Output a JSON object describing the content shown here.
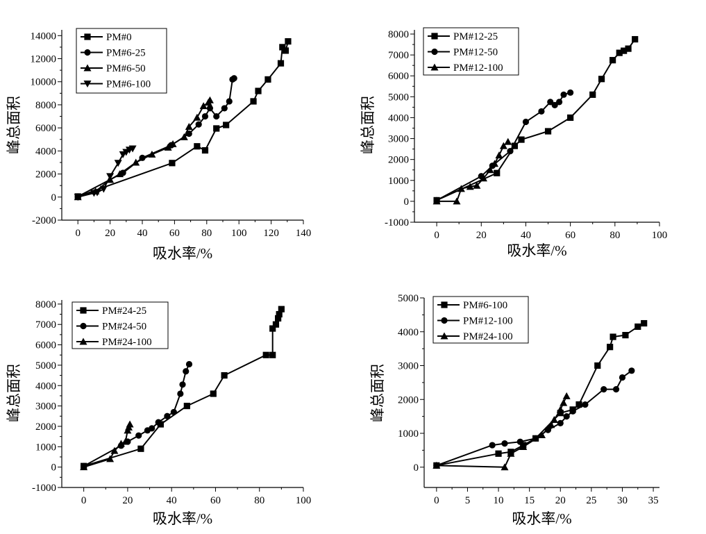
{
  "chart_data": [
    {
      "type": "line",
      "xlabel": "吸水率/%",
      "ylabel": "峰总面积",
      "xlim": [
        -10,
        140
      ],
      "ylim": [
        -2000,
        14500
      ],
      "xticks": [
        0,
        20,
        40,
        60,
        80,
        100,
        120,
        140
      ],
      "yticks": [
        -2000,
        0,
        2000,
        4000,
        6000,
        8000,
        10000,
        12000,
        14000
      ],
      "legend_position": "top-left",
      "series": [
        {
          "name": "PM#0",
          "marker": "square",
          "points": [
            [
              0,
              50
            ],
            [
              58.5,
              2950
            ],
            [
              74,
              4400
            ],
            [
              79,
              4050
            ],
            [
              86,
              5950
            ],
            [
              92,
              6250
            ],
            [
              109,
              8300
            ],
            [
              112,
              9200
            ],
            [
              118,
              10200
            ],
            [
              126,
              11600
            ],
            [
              127,
              13000
            ],
            [
              129,
              12700
            ],
            [
              130.5,
              13500
            ]
          ]
        },
        {
          "name": "PM#6-25",
          "marker": "circle",
          "points": [
            [
              0,
              50
            ],
            [
              28,
              2100
            ],
            [
              40,
              3400
            ],
            [
              58,
              4500
            ],
            [
              69,
              5500
            ],
            [
              75,
              6300
            ],
            [
              79,
              7000
            ],
            [
              82,
              7700
            ],
            [
              86,
              7000
            ],
            [
              91,
              7700
            ],
            [
              94,
              8300
            ],
            [
              96,
              10200
            ],
            [
              97,
              10300
            ]
          ]
        },
        {
          "name": "PM#6-50",
          "marker": "triangle-up",
          "points": [
            [
              0,
              0
            ],
            [
              11,
              500
            ],
            [
              20,
              1500
            ],
            [
              26,
              2000
            ],
            [
              36,
              3000
            ],
            [
              46,
              3700
            ],
            [
              56,
              4300
            ],
            [
              59,
              4600
            ],
            [
              66,
              5200
            ],
            [
              69,
              6100
            ],
            [
              74,
              6900
            ],
            [
              78,
              7900
            ],
            [
              81,
              8200
            ],
            [
              82,
              8400
            ]
          ]
        },
        {
          "name": "PM#6-100",
          "marker": "triangle-down",
          "points": [
            [
              0,
              0
            ],
            [
              10,
              350
            ],
            [
              12,
              400
            ],
            [
              16,
              700
            ],
            [
              20,
              1800
            ],
            [
              25,
              2950
            ],
            [
              28,
              3700
            ],
            [
              30,
              3900
            ],
            [
              32,
              4100
            ],
            [
              34,
              4200
            ]
          ]
        }
      ]
    },
    {
      "type": "line",
      "xlabel": "吸水率/%",
      "ylabel": "峰总面积",
      "xlim": [
        -10,
        100
      ],
      "ylim": [
        -1000,
        8200
      ],
      "xticks": [
        0,
        20,
        40,
        60,
        80,
        100
      ],
      "yticks": [
        -1000,
        0,
        1000,
        2000,
        3000,
        4000,
        5000,
        6000,
        7000,
        8000
      ],
      "legend_position": "top-left",
      "series": [
        {
          "name": "PM#12-25",
          "marker": "square",
          "points": [
            [
              0,
              50
            ],
            [
              27,
              1350
            ],
            [
              35,
              2650
            ],
            [
              38,
              2950
            ],
            [
              50,
              3350
            ],
            [
              60,
              4000
            ],
            [
              70,
              5100
            ],
            [
              74,
              5850
            ],
            [
              79,
              6750
            ],
            [
              82,
              7100
            ],
            [
              84,
              7200
            ],
            [
              86,
              7300
            ],
            [
              89,
              7750
            ]
          ]
        },
        {
          "name": "PM#12-50",
          "marker": "circle",
          "points": [
            [
              0,
              50
            ],
            [
              20,
              1200
            ],
            [
              25,
              1700
            ],
            [
              33,
              2400
            ],
            [
              40,
              3800
            ],
            [
              47,
              4300
            ],
            [
              51,
              4750
            ],
            [
              53,
              4600
            ],
            [
              55,
              4750
            ],
            [
              57,
              5100
            ],
            [
              60,
              5200
            ]
          ]
        },
        {
          "name": "PM#12-100",
          "marker": "triangle-up",
          "points": [
            [
              0,
              0
            ],
            [
              9,
              0
            ],
            [
              11,
              600
            ],
            [
              15,
              700
            ],
            [
              18,
              750
            ],
            [
              21,
              1100
            ],
            [
              24,
              1500
            ],
            [
              26,
              1800
            ],
            [
              28,
              2200
            ],
            [
              30,
              2650
            ],
            [
              32,
              2850
            ]
          ]
        }
      ]
    },
    {
      "type": "line",
      "xlabel": "吸水率/%",
      "ylabel": "峰总面积",
      "xlim": [
        -10,
        100
      ],
      "ylim": [
        -1000,
        8200
      ],
      "xticks": [
        0,
        20,
        40,
        60,
        80,
        100
      ],
      "yticks": [
        -1000,
        0,
        1000,
        2000,
        3000,
        4000,
        5000,
        6000,
        7000,
        8000
      ],
      "legend_position": "top-left",
      "series": [
        {
          "name": "PM#24-25",
          "marker": "square",
          "points": [
            [
              0,
              50
            ],
            [
              26,
              900
            ],
            [
              35,
              2100
            ],
            [
              47,
              3000
            ],
            [
              59,
              3600
            ],
            [
              64,
              4500
            ],
            [
              83,
              5500
            ],
            [
              86,
              5500
            ],
            [
              86,
              6800
            ],
            [
              87.5,
              7000
            ],
            [
              88.5,
              7300
            ],
            [
              89,
              7500
            ],
            [
              90,
              7750
            ]
          ]
        },
        {
          "name": "PM#24-50",
          "marker": "circle",
          "points": [
            [
              0,
              50
            ],
            [
              17,
              1050
            ],
            [
              20,
              1250
            ],
            [
              25,
              1550
            ],
            [
              29,
              1800
            ],
            [
              31,
              1900
            ],
            [
              34,
              2200
            ],
            [
              38,
              2500
            ],
            [
              41,
              2700
            ],
            [
              44,
              3600
            ],
            [
              45,
              4050
            ],
            [
              46.5,
              4700
            ],
            [
              48,
              5050
            ]
          ]
        },
        {
          "name": "PM#24-100",
          "marker": "triangle-up",
          "points": [
            [
              0,
              0
            ],
            [
              12,
              400
            ],
            [
              14,
              800
            ],
            [
              17,
              1150
            ],
            [
              19,
              1250
            ],
            [
              20,
              1800
            ],
            [
              20.5,
              1950
            ],
            [
              21,
              2100
            ]
          ]
        }
      ]
    },
    {
      "type": "line",
      "xlabel": "吸水率/%",
      "ylabel": "峰总面积",
      "xlim": [
        -2,
        36
      ],
      "ylim": [
        -600,
        5000
      ],
      "xticks": [
        0,
        5,
        10,
        15,
        20,
        25,
        30,
        35
      ],
      "yticks": [
        0,
        1000,
        2000,
        3000,
        4000,
        5000
      ],
      "legend_position": "top-left",
      "series": [
        {
          "name": "PM#6-100",
          "marker": "square",
          "points": [
            [
              0,
              50
            ],
            [
              10,
              400
            ],
            [
              12,
              450
            ],
            [
              14,
              650
            ],
            [
              16,
              850
            ],
            [
              20,
              1600
            ],
            [
              22,
              1700
            ],
            [
              23,
              1850
            ],
            [
              26,
              3000
            ],
            [
              28,
              3550
            ],
            [
              28.5,
              3850
            ],
            [
              30.5,
              3900
            ],
            [
              32.5,
              4150
            ],
            [
              33.5,
              4250
            ]
          ]
        },
        {
          "name": "PM#12-100",
          "marker": "circle",
          "points": [
            [
              0,
              50
            ],
            [
              9,
              650
            ],
            [
              11,
              700
            ],
            [
              13.5,
              750
            ],
            [
              16,
              850
            ],
            [
              18,
              1100
            ],
            [
              20,
              1300
            ],
            [
              21,
              1500
            ],
            [
              22,
              1650
            ],
            [
              24,
              1850
            ],
            [
              27,
              2300
            ],
            [
              29,
              2300
            ],
            [
              30,
              2650
            ],
            [
              31.5,
              2850
            ]
          ]
        },
        {
          "name": "PM#24-100",
          "marker": "triangle-up",
          "points": [
            [
              0,
              50
            ],
            [
              11,
              0
            ],
            [
              12,
              400
            ],
            [
              14,
              600
            ],
            [
              17,
              950
            ],
            [
              18.5,
              1250
            ],
            [
              19,
              1400
            ],
            [
              20,
              1700
            ],
            [
              20.5,
              1900
            ],
            [
              21,
              2100
            ]
          ]
        }
      ]
    }
  ]
}
